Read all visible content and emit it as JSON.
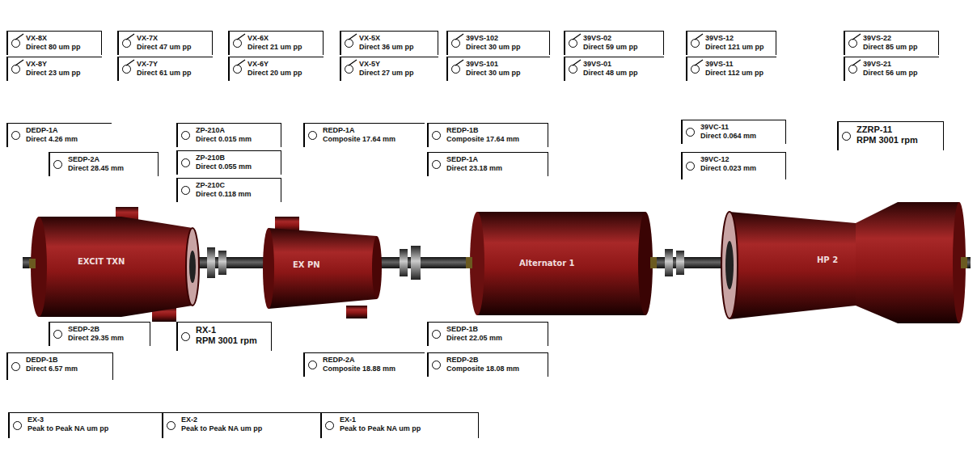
{
  "diagram": {
    "nodes": [
      {
        "text": [
          "VX-8X",
          "Direct 80 um pp"
        ]
      },
      {
        "text": [
          "VX-8Y",
          "Direct 23 um pp"
        ]
      },
      {
        "text": [
          "VX-7X",
          "Direct 47 um pp"
        ]
      },
      {
        "text": [
          "VX-7Y",
          "Direct 61 um pp"
        ]
      },
      {
        "text": [
          "VX-6X",
          "Direct 21 um pp"
        ]
      },
      {
        "text": [
          "VX-6Y",
          "Direct 20 um pp"
        ]
      },
      {
        "text": [
          "VX-5X",
          "Direct 36 um pp"
        ]
      },
      {
        "text": [
          "VX-5Y",
          "Direct 27 um pp"
        ]
      },
      {
        "text": [
          "39VS-102",
          "Direct 30 um pp"
        ]
      },
      {
        "text": [
          "39VS-101",
          "Direct 30 um pp"
        ]
      },
      {
        "text": [
          "39VS-02",
          "Direct 59 um pp"
        ]
      },
      {
        "text": [
          "39VS-01",
          "Direct 48 um pp"
        ]
      },
      {
        "text": [
          "39VS-12",
          "Direct 121 um pp"
        ]
      },
      {
        "text": [
          "39VS-11",
          "Direct 112 um pp"
        ]
      },
      {
        "text": [
          "39VS-22",
          "Direct 85 um pp"
        ]
      },
      {
        "text": [
          "39VS-21",
          "Direct 56 um pp"
        ]
      },
      {
        "text": [
          "DEDP-1A",
          "Direct 4.26 mm"
        ]
      },
      {
        "text": [
          "SEDP-2A",
          "Direct 28.45 mm"
        ]
      },
      {
        "text": [
          "ZP-210A",
          "Direct 0.015 mm"
        ]
      },
      {
        "text": [
          "ZP-210B",
          "Direct 0.055 mm"
        ]
      },
      {
        "text": [
          "ZP-210C",
          "Direct 0.118 mm"
        ]
      },
      {
        "text": [
          "REDP-1A",
          "Composite 17.64 mm"
        ]
      },
      {
        "text": [
          "REDP-1B",
          "Composite 17.64 mm"
        ]
      },
      {
        "text": [
          "SEDP-1A",
          "Direct 23.18 mm"
        ]
      },
      {
        "text": [
          "39VC-11",
          "Direct 0.064 mm"
        ]
      },
      {
        "text": [
          "39VC-12",
          "Direct 0.023 mm"
        ]
      },
      {
        "text": [
          "ZZRP-11",
          "RPM 3001 rpm"
        ]
      },
      {
        "text": [
          "SEDP-2B",
          "Direct 29.35 mm"
        ]
      },
      {
        "text": [
          "RX-1",
          "RPM 3001 rpm"
        ]
      },
      {
        "text": [
          "SEDP-1B",
          "Direct 22.05 mm"
        ]
      },
      {
        "text": [
          "DEDP-1B",
          "Direct 6.57 mm"
        ]
      },
      {
        "text": [
          "REDP-2A",
          "Composite 18.88 mm"
        ]
      },
      {
        "text": [
          "REDP-2B",
          "Composite 18.08 mm"
        ]
      },
      {
        "text": [
          "EX-3",
          "Peak to Peak NA um pp"
        ]
      },
      {
        "text": [
          "EX-2",
          "Peak to Peak NA um pp"
        ]
      },
      {
        "text": [
          "EX-1",
          "Peak to Peak NA um pp"
        ]
      }
    ],
    "labels": [
      "EXCIT TXN",
      "EX PN",
      "Alternator 1",
      "HP 2"
    ]
  }
}
